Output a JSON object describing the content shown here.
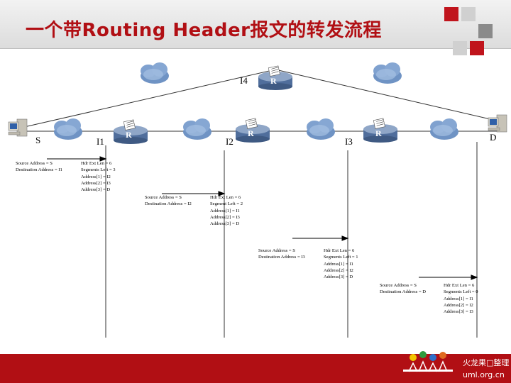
{
  "title": "一个带Routing Header报文的转发流程",
  "nodes": {
    "s": "S",
    "i1": "I1",
    "i2": "I2",
    "i3": "I3",
    "i4": "I4",
    "d": "D"
  },
  "router_badge": "R",
  "headers": [
    {
      "src": "Source Address = S",
      "dst": "Destination Address = I1",
      "ext": [
        "Hdr Ext Len = 6",
        "Segments Left = 3",
        "Address[1] = I2",
        "Address[2] = I3",
        "Address[3] = D"
      ]
    },
    {
      "src": "Source Address = S",
      "dst": "Destination Address = I2",
      "ext": [
        "Hdr Ext Len = 6",
        "Segment Left = 2",
        "Address[1] = I1",
        "Address[2] = I3",
        "Address[3] = D"
      ]
    },
    {
      "src": "Source Address = S",
      "dst": "Destination Address = I3",
      "ext": [
        "Hdr Ext Len = 6",
        "Segments Left = 1",
        "Address[1] = I1",
        "Address[2] = I2",
        "Address[3] = D"
      ]
    },
    {
      "src": "Source Address = S",
      "dst": "Destination Address = D",
      "ext": [
        "Hdr Ext Len = 6",
        "Segments Left = 0",
        "Address[1] = I1",
        "Address[2] = I2",
        "Address[3] = I3"
      ]
    }
  ],
  "footer": {
    "brand": "火龙果□整理",
    "url": "uml.org.cn"
  },
  "colors": {
    "title": "#b10f14",
    "accent": "#c0141c",
    "cloud": "#6f93c4",
    "router_top": "#8fa6c7",
    "router_body": "#506e9c"
  }
}
